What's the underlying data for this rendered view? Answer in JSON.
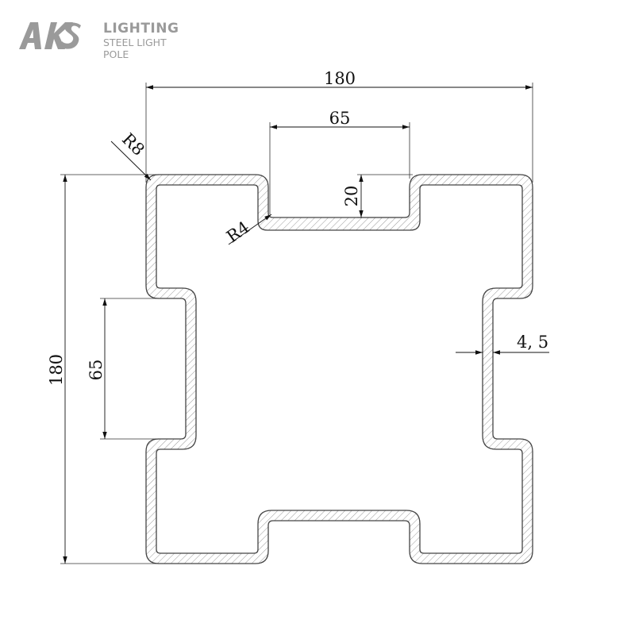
{
  "logo": {
    "mark": "AKS",
    "title": "LIGHTING",
    "subtitle": "STEEL LIGHT POLE",
    "color": "#9a9a9a"
  },
  "dimensions": {
    "overall_width": "180",
    "overall_height": "180",
    "top_notch_width": "65",
    "left_notch_height": "65",
    "notch_depth": "20",
    "corner_radius_outer": "R8",
    "corner_radius_inner": "R4",
    "wall_thickness": "4, 5"
  },
  "colors": {
    "line": "#444444",
    "hatch": "#888888"
  }
}
